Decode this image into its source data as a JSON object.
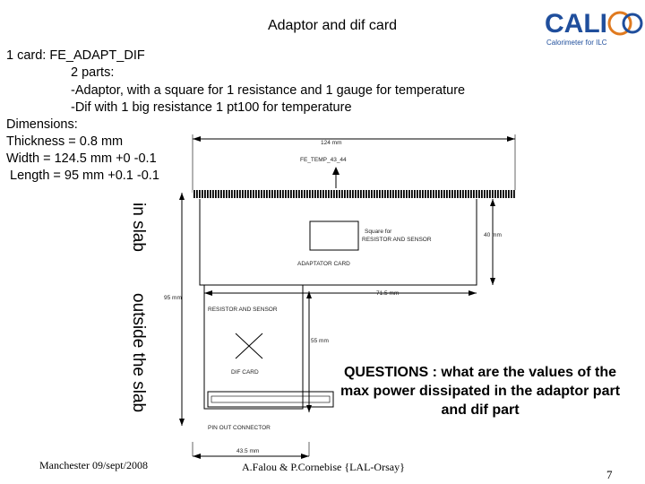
{
  "slide": {
    "title": "Adaptor and dif card",
    "lines": [
      "1 card:  FE_ADAPT_DIF",
      "2 parts:",
      "-Adaptor, with a square for 1 resistance and 1 gauge for temperature",
      "-Dif with 1 big resistance 1 pt100 for temperature",
      "Dimensions:",
      "Thickness = 0.8 mm",
      "Width = 124.5 mm +0 -0.1",
      " Length = 95 mm +0.1 -0.1"
    ]
  },
  "logo": {
    "text": "CALI",
    "tagline": "Calorimeter for ILC",
    "accent": "#1f4e9c",
    "ring": "#e07a1f"
  },
  "drawing": {
    "top_dim": "124 mm",
    "ref": "FE_TEMP_43_44",
    "square_label_1": "Square for",
    "square_label_2": "RESISTOR AND SENSOR",
    "right_dim": "40 mm",
    "adaptor_label": "ADAPTATOR CARD",
    "left_dim": "95 mm",
    "mid_dim": "71.5 mm",
    "resistor_label": "RESISTOR AND SENSOR",
    "dif_dim": "55 mm",
    "dif_label": "DIF CARD",
    "connector_label": "PIN OUT CONNECTOR",
    "bottom_dim": "43.5 mm"
  },
  "side_labels": {
    "in_slab": "in slab",
    "outside": "outside the slab"
  },
  "question": "QUESTIONS : what are the values of the max power dissipated in the adaptor part and dif part",
  "footer": {
    "left": "Manchester 09/sept/2008",
    "center": "A.Falou & P.Cornebise {LAL-Orsay}",
    "page": "7"
  }
}
